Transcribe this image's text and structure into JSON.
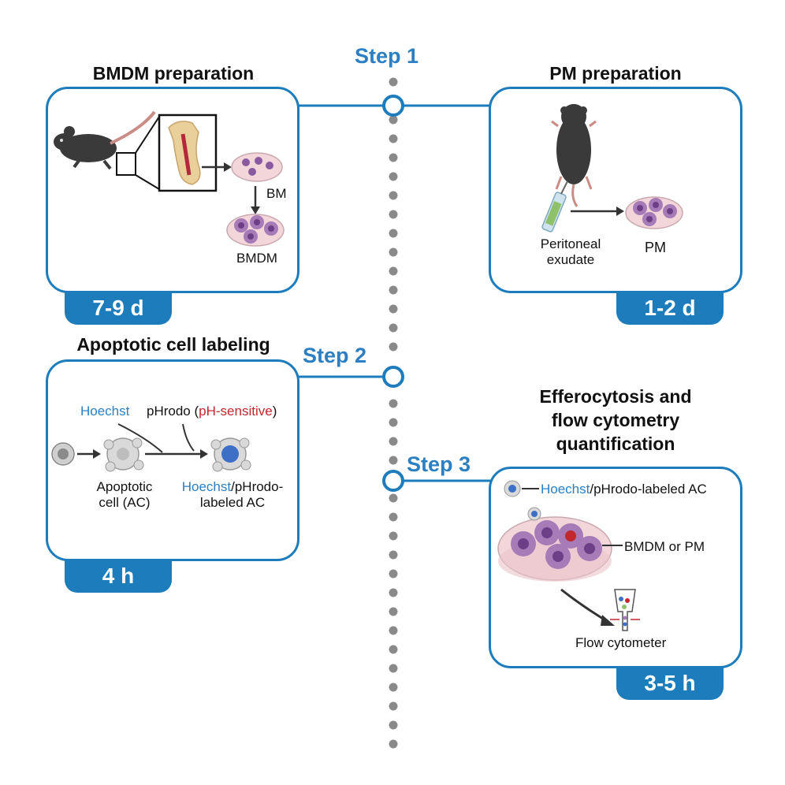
{
  "step1": {
    "label": "Step 1"
  },
  "step2": {
    "label": "Step 2"
  },
  "step3": {
    "label": "Step 3"
  },
  "bmdm": {
    "title": "BMDM preparation",
    "bm_label": "BM",
    "bmdm_label": "BMDM",
    "duration": "7-9 d"
  },
  "pm": {
    "title": "PM preparation",
    "exudate_line1": "Peritoneal",
    "exudate_line2": "exudate",
    "pm_label": "PM",
    "duration": "1-2 d"
  },
  "ac": {
    "title": "Apoptotic cell labeling",
    "hoechst": "Hoechst",
    "phrodo": "pHrodo (",
    "ph_sensitive": "pH-sensitive",
    "close_paren": ")",
    "apoptotic_line1": "Apoptotic",
    "apoptotic_line2": "cell (AC)",
    "labeled_hoechst": "Hoechst",
    "labeled_line1_rest": "/pHrodo-",
    "labeled_line2": "labeled AC",
    "duration": "4 h"
  },
  "effero": {
    "title_line1": "Efferocytosis and",
    "title_line2": "flow cytometry",
    "title_line3": "quantification",
    "ac_hoechst": "Hoechst",
    "ac_rest": "/pHrodo-labeled AC",
    "macro_label": "BMDM or PM",
    "cytometer_label": "Flow cytometer",
    "duration": "3-5 h"
  },
  "colors": {
    "accent": "#1d7dbc",
    "step_text": "#2b7fc2",
    "timeline_dot": "#8a8a8a",
    "macrophage": "#a77bb8",
    "nucleus": "#6c3f86",
    "dish": "#f2d6da",
    "mouse": "#3a3a3a",
    "hoechst_blue": "#3d6fc6",
    "phrodo_red": "#c0282d"
  }
}
